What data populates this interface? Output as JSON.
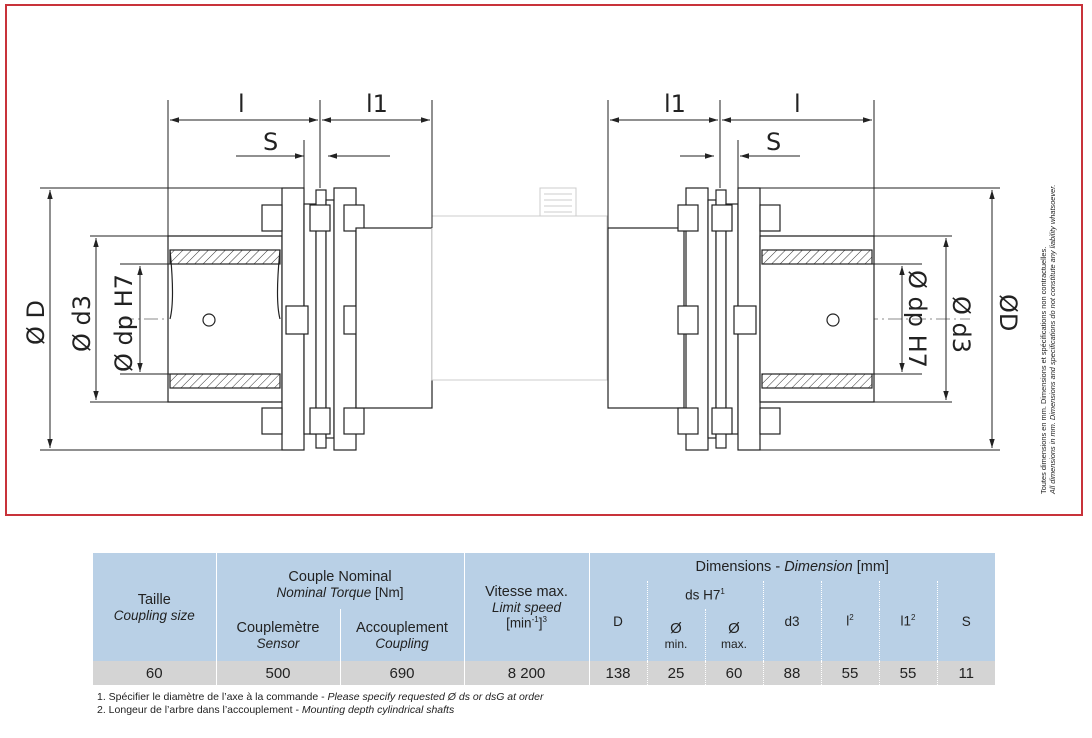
{
  "drawing": {
    "dims_left": {
      "l": "l",
      "l1": "l1",
      "s": "S",
      "D": "Ø D",
      "d3": "Ø d3",
      "dp": "Ø dp H7"
    },
    "dims_right": {
      "l1": "l1",
      "l": "l",
      "s": "S",
      "D": "ØD",
      "d3": "Ø d3",
      "dp": "Ø dp H7"
    },
    "note_fr": "Toutes dimensions en mm. Dimensions et spécifications non contractuelles.",
    "note_en": "All dimensions in mm. Dimensions and specifications do not constitute any liability whatsoever.",
    "frame_color": "#c8323a"
  },
  "table": {
    "taille": {
      "fr": "Taille",
      "en": "Coupling size"
    },
    "couple_nominal": {
      "fr": "Couple Nominal",
      "en": "Nominal Torque",
      "unit": "[Nm]"
    },
    "couplemetre": {
      "fr": "Couplemètre",
      "en": "Sensor"
    },
    "accouplement": {
      "fr": "Accouplement",
      "en": "Coupling"
    },
    "vitesse": {
      "fr": "Vitesse max.",
      "en": "Limit speed",
      "unit": "[min",
      "unit_sup": "-1",
      "unit_end": "]",
      "note": "3"
    },
    "dimensions": {
      "fr": "Dimensions - ",
      "en": "Dimension",
      "unit": " [mm]"
    },
    "cols": {
      "D": "D",
      "ds": "ds H7",
      "ds_sup": "1",
      "min_sym": "Ø",
      "min": "min.",
      "max_sym": "Ø",
      "max": "max.",
      "d3": "d3",
      "l": "l",
      "l_sup": "2",
      "l1": "l1",
      "l1_sup": "2",
      "S": "S"
    },
    "row": {
      "taille": "60",
      "sensor": "500",
      "coupling": "690",
      "speed": "8 200",
      "D": "138",
      "ds_min": "25",
      "ds_max": "60",
      "d3": "88",
      "l": "55",
      "l1": "55",
      "S": "11"
    },
    "header_color": "#b9d0e6",
    "row_color": "#d4d4d4"
  },
  "footnotes": {
    "n1_fr": "1. Spécifier le diamètre de l’axe à la commande - ",
    "n1_en": "Please specify requested Ø ds or dsG at order",
    "n2_fr": "2. Longeur de l’arbre dans l’accouplement - ",
    "n2_en": "Mounting depth cylindrical shafts"
  }
}
